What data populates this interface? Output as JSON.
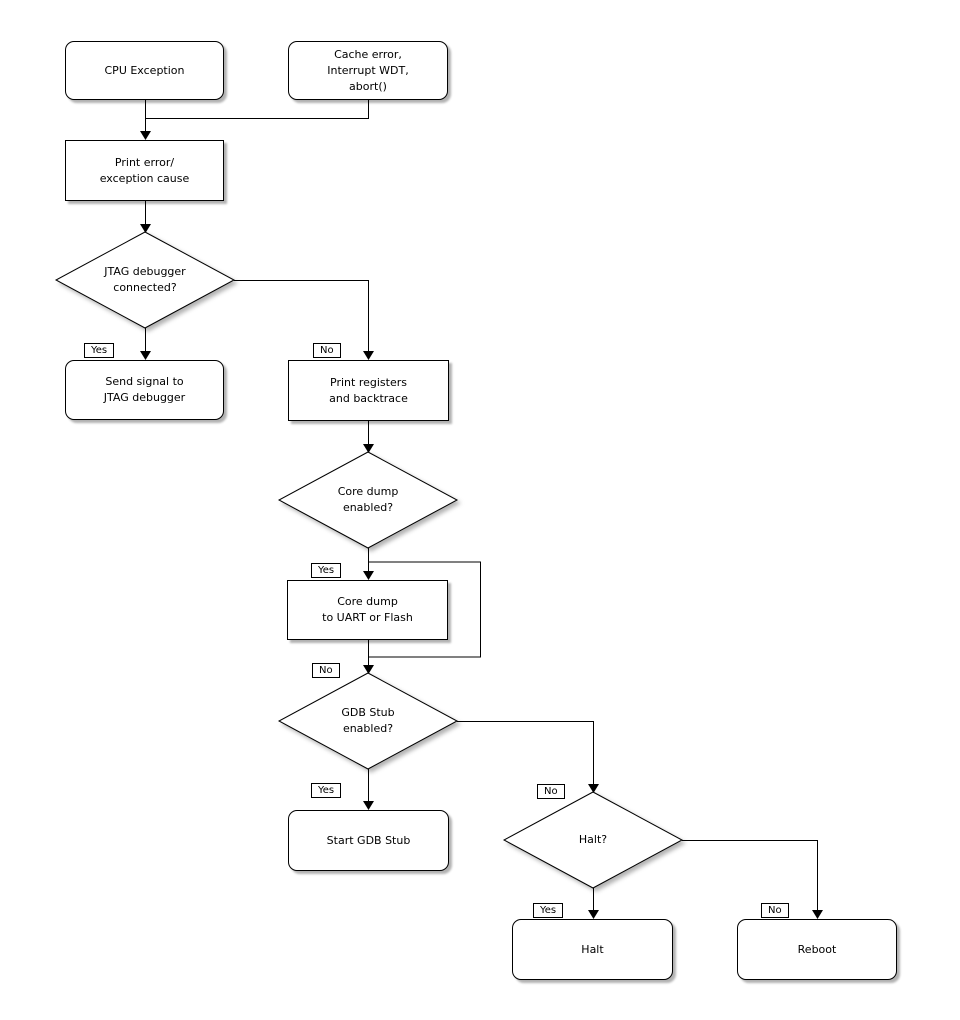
{
  "diagram": {
    "colors": {
      "background": "#ffffff",
      "line": "#000000",
      "node_fill": "#ffffff",
      "shadow": "#aaaaaa"
    },
    "nodes": {
      "cpu_exception": "CPU Exception",
      "cache_error": "Cache error,\nInterrupt WDT,\nabort()",
      "print_error": "Print error/\nexception cause",
      "jtag_connected": "JTAG debugger\nconnected?",
      "send_signal_jtag": "Send signal to\nJTAG debugger",
      "print_registers": "Print registers\nand backtrace",
      "core_dump_enabled": "Core dump\nenabled?",
      "core_dump_uart_flash": "Core dump\nto UART or Flash",
      "gdb_stub_enabled": "GDB Stub\nenabled?",
      "start_gdb_stub": "Start GDB Stub",
      "halt_question": "Halt?",
      "halt": "Halt",
      "reboot": "Reboot"
    },
    "edge_labels": {
      "jtag_yes": "Yes",
      "jtag_no": "No",
      "core_dump_yes": "Yes",
      "core_dump_no": "No",
      "gdb_yes": "Yes",
      "gdb_no": "No",
      "halt_yes": "Yes",
      "halt_no": "No"
    }
  }
}
